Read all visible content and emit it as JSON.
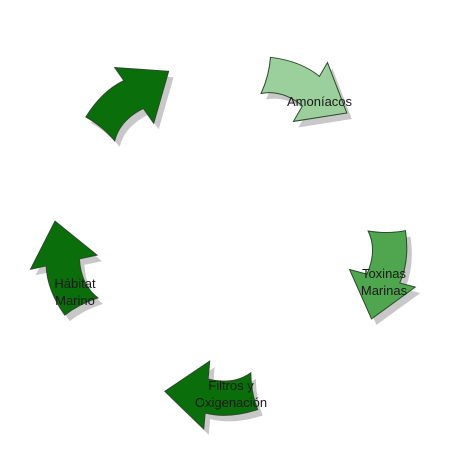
{
  "diagram": {
    "type": "cycle",
    "colors": {
      "arrow_light": "#9bcf9b",
      "arrow_mid": "#4fa64f",
      "arrow_dark": "#0a6e0a",
      "stroke": "#2b4a2b",
      "shadow": "#9a9a9a"
    },
    "steps": [
      {
        "lines": [
          "Amoníacos"
        ]
      },
      {
        "lines": [
          "Toxinas",
          "Marinas"
        ]
      },
      {
        "lines": [
          "Filtros y",
          "Oxigenación"
        ]
      },
      {
        "lines": [
          "Hábitat",
          "Marino"
        ]
      }
    ]
  }
}
